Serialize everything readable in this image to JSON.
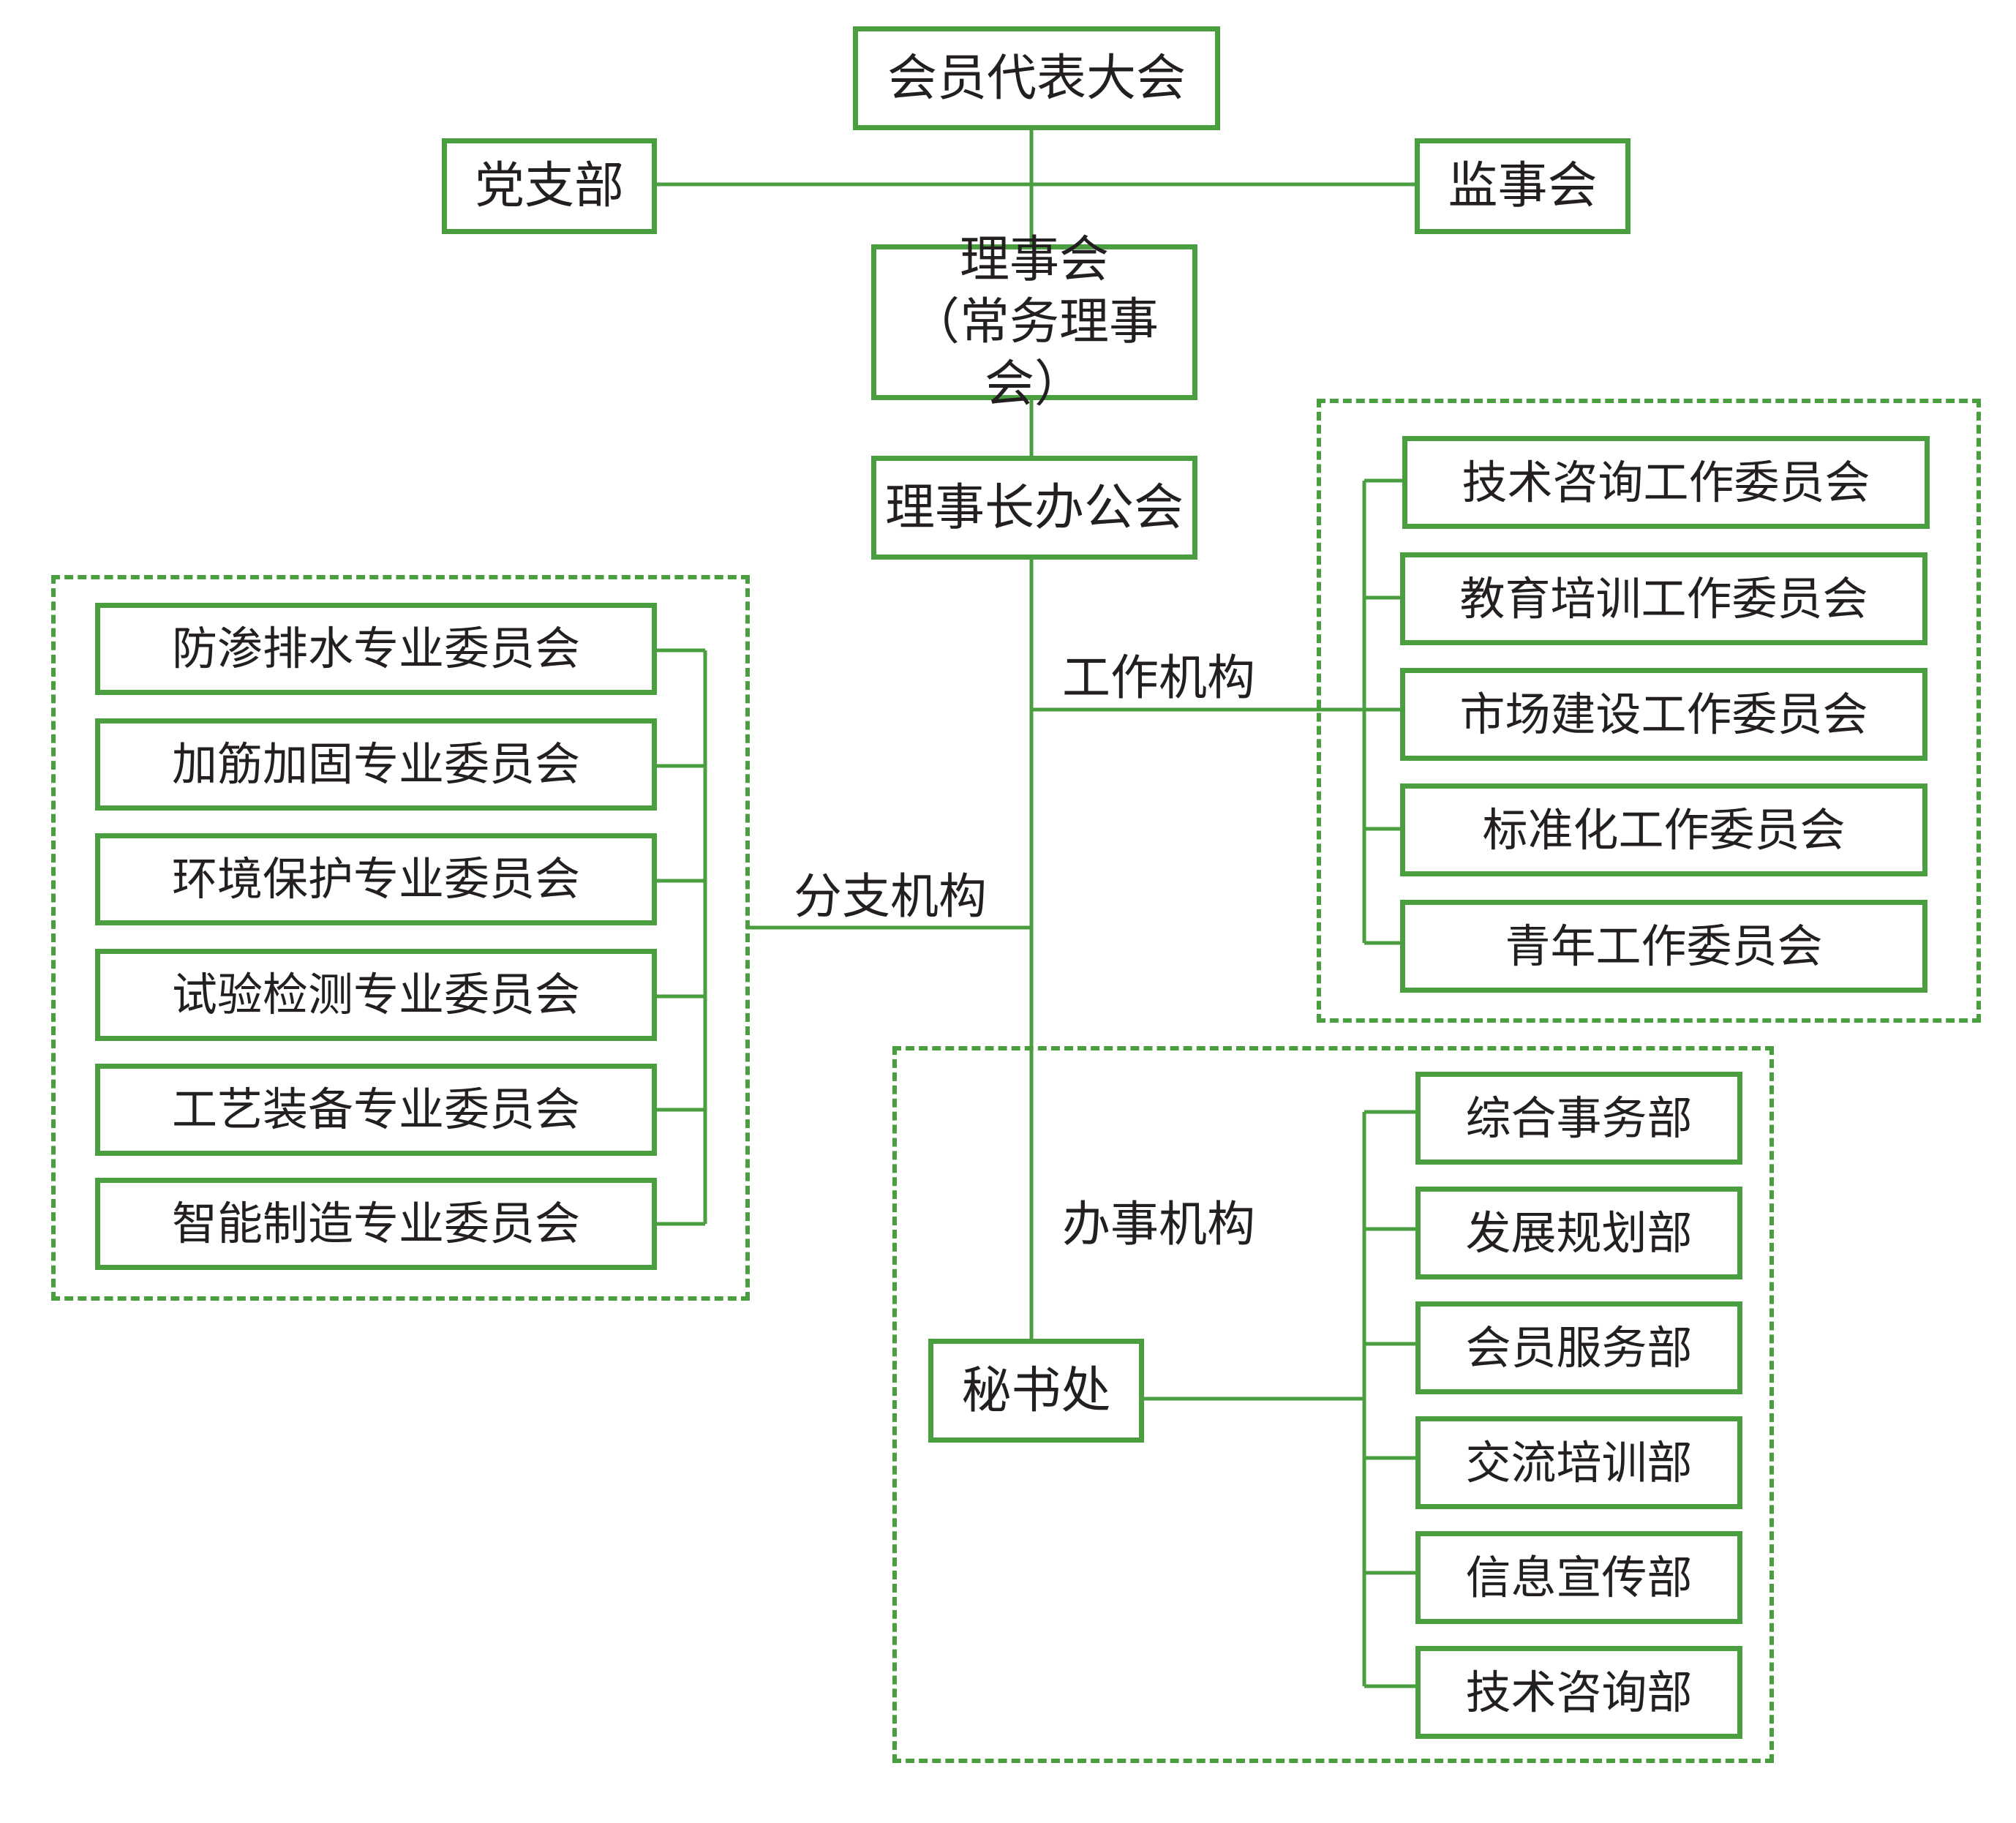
{
  "top": {
    "assembly": "会员代表大会",
    "party_branch": "党支部",
    "supervisory_board": "监事会",
    "council_line1": "理事会",
    "council_line2": "（常务理事会）",
    "chairman_office": "理事长办公会",
    "secretariat": "秘书处"
  },
  "labels": {
    "branches": "分支机构",
    "working_bodies": "工作机构",
    "offices": "办事机构"
  },
  "branch_committees": [
    "防渗排水专业委员会",
    "加筋加固专业委员会",
    "环境保护专业委员会",
    "试验检测专业委员会",
    "工艺装备专业委员会",
    "智能制造专业委员会"
  ],
  "work_committees": [
    "技术咨询工作委员会",
    "教育培训工作委员会",
    "市场建设工作委员会",
    "标准化工作委员会",
    "青年工作委员会"
  ],
  "departments": [
    "综合事务部",
    "发展规划部",
    "会员服务部",
    "交流培训部",
    "信息宣传部",
    "技术咨询部"
  ],
  "colors": {
    "accent": "#4a9e3f",
    "text": "#231f20"
  }
}
